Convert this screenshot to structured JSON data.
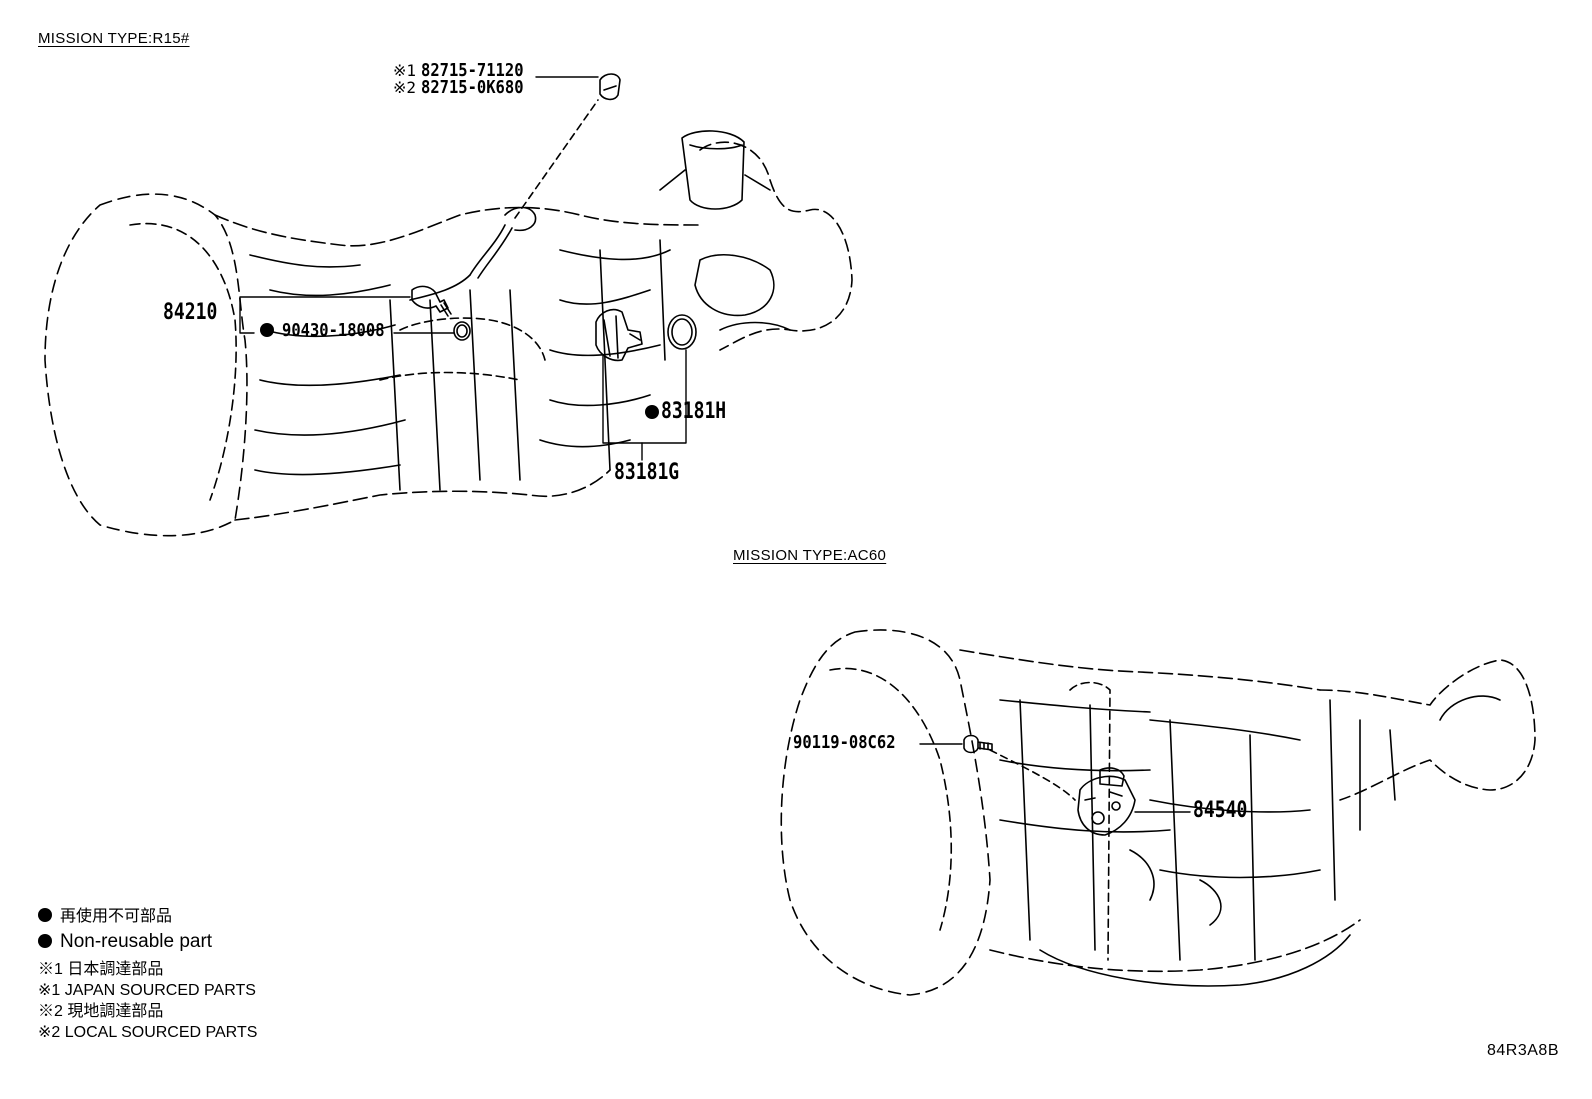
{
  "sections": {
    "r15": {
      "title": "MISSION TYPE:R15#"
    },
    "ac60": {
      "title": "MISSION TYPE:AC60"
    }
  },
  "parts": {
    "p82715_1": {
      "ref": "※1",
      "number": "82715-71120"
    },
    "p82715_2": {
      "ref": "※2",
      "number": "82715-0K680"
    },
    "p84210": {
      "number": "84210"
    },
    "p90430": {
      "number": "90430-18008",
      "non_reusable": true
    },
    "p83181H": {
      "number": "83181H",
      "non_reusable": true
    },
    "p83181G": {
      "number": "83181G"
    },
    "p90119": {
      "number": "90119-08C62"
    },
    "p84540": {
      "number": "84540"
    }
  },
  "legend": {
    "non_reusable_jp": "再使用不可部品",
    "non_reusable_en": "Non-reusable part",
    "note1_jp": "※1 日本調達部品",
    "note1_en": "※1 JAPAN SOURCED PARTS",
    "note2_jp": "※2 現地調達部品",
    "note2_en": "※2 LOCAL SOURCED PARTS"
  },
  "diagram_code": "84R3A8B",
  "icons": {
    "bullet": "filled-circle-icon"
  }
}
